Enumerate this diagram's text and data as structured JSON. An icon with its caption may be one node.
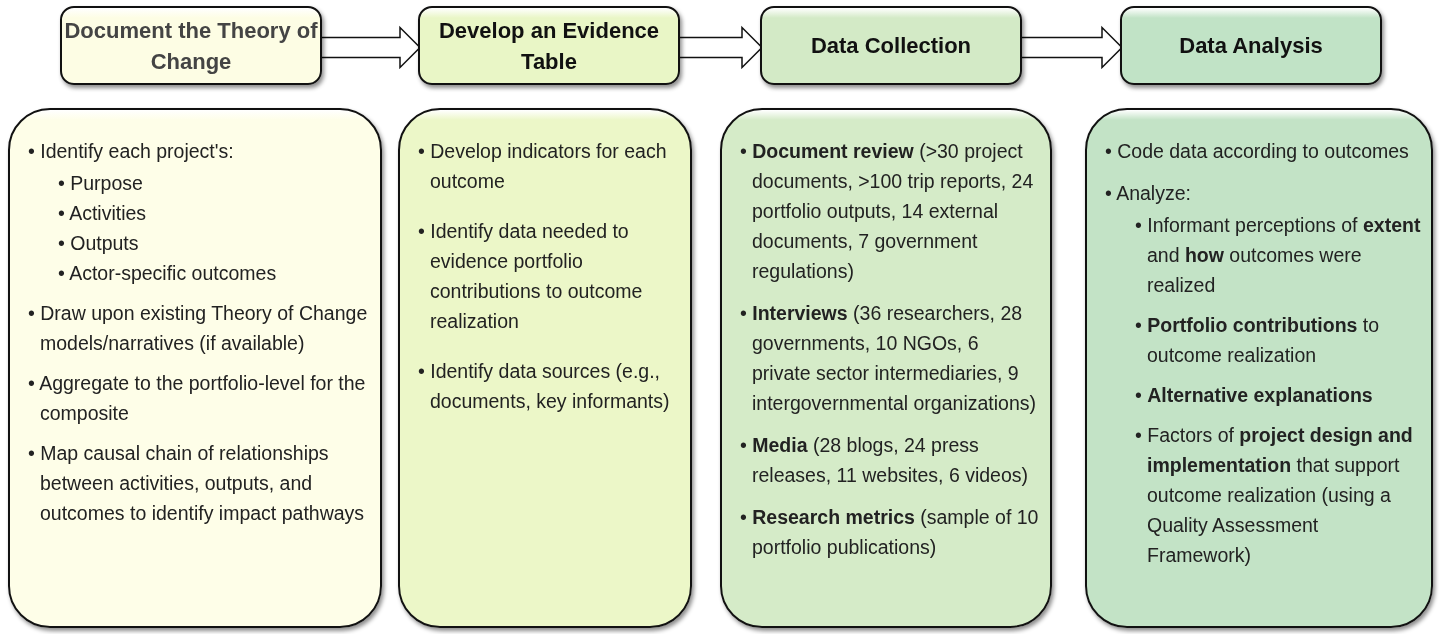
{
  "diagram": {
    "nodes": [
      {
        "text": [
          "Document the Theory of Change"
        ]
      },
      {
        "text": [
          "Develop an Evidence Table"
        ]
      },
      {
        "text": [
          "Data Collection"
        ]
      },
      {
        "text": [
          "Data Analysis"
        ]
      },
      {
        "text": [
          "• Identify each project's:",
          "• Purpose",
          "• Activities",
          "• Outputs",
          "• Actor-specific outcomes",
          "• Draw upon existing Theory of Change models/narratives (if available)",
          "• Aggregate to the portfolio-level for the composite",
          "• Map causal chain of relationships between activities, outputs, and outcomes to identify impact pathways"
        ]
      },
      {
        "text": [
          "• Develop indicators for each outcome",
          "• Identify data needed to evidence portfolio contributions to outcome realization",
          "• Identify data sources (e.g., documents, key informants)"
        ]
      },
      {
        "text": [
          "• **Document review** (>30 project documents, >100 trip reports, 24 portfolio outputs, 14 external documents, 7 government regulations)",
          "• **Interviews** (36 researchers, 28 governments, 10 NGOs, 6 private sector intermediaries, 9 intergovernmental organizations)",
          "• **Media** (28 blogs, 24 press releases, 11 websites, 6 videos)",
          "• **Research metrics** (sample of 10 portfolio publications)"
        ]
      },
      {
        "text": [
          "• Code data according to outcomes",
          "• Analyze:",
          "• Informant perceptions of **extent** and **how** outcomes were realized",
          "• **Portfolio contributions** to outcome realization",
          "• **Alternative explanations**",
          "• Factors of **project design and implementation** that support outcome realization (using a Quality Assessment Framework)"
        ]
      }
    ],
    "edges": [
      {
        "from": 0,
        "to": 1,
        "arrow": "to"
      },
      {
        "from": 1,
        "to": 2,
        "arrow": "to"
      },
      {
        "from": 2,
        "to": 3,
        "arrow": "to"
      }
    ]
  }
}
